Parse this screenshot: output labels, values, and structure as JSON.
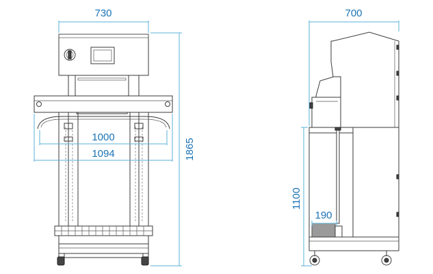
{
  "front_view": {
    "dim_overall_width": "730",
    "dim_inner_width": "1000",
    "dim_outer_width": "1094",
    "dim_overall_height": "1865"
  },
  "side_view": {
    "dim_depth": "700",
    "dim_table_height": "1100",
    "dim_offset": "190"
  }
}
